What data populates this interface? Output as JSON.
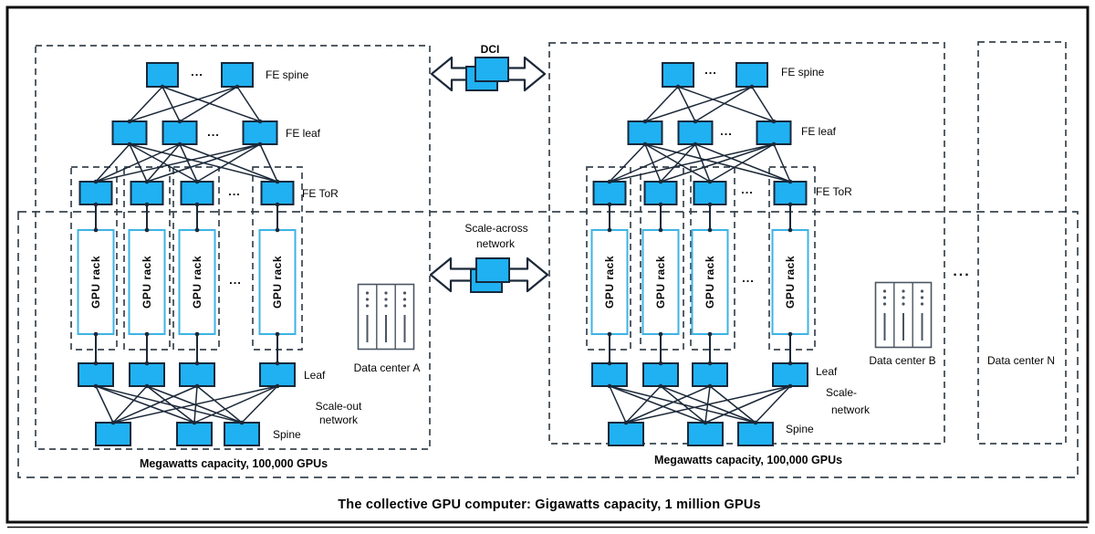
{
  "diagram": {
    "caption": "The collective GPU computer: Gigawatts capacity, 1 million GPUs",
    "dci_label": "DCI",
    "scale_across": {
      "line1": "Scale-across",
      "line2": "network"
    },
    "inter_dc_ellipsis": "...",
    "dc_a": {
      "fe_spine_label": "FE spine",
      "fe_leaf_label": "FE leaf",
      "fe_tor_label": "FE ToR",
      "gpu_rack_label": "GPU rack",
      "leaf_label": "Leaf",
      "spine_label": "Spine",
      "scale_out": {
        "line1": "Scale-out",
        "line2": "network"
      },
      "dc_label": "Data center A",
      "capacity_label": "Megawatts capacity, 100,000 GPUs",
      "ellipsis": "..."
    },
    "dc_b": {
      "fe_spine_label": "FE spine",
      "fe_leaf_label": "FE leaf",
      "fe_tor_label": "FE ToR",
      "gpu_rack_label": "GPU rack",
      "leaf_label": "Leaf",
      "spine_label": "Spine",
      "scale_out": {
        "line1": "Scale-",
        "line2": "network"
      },
      "dc_label": "Data center B",
      "capacity_label": "Megawatts capacity, 100,000 GPUs",
      "ellipsis": "..."
    },
    "dc_n": {
      "dc_label": "Data center N"
    },
    "colors": {
      "node_fill": "#1fb1f2",
      "node_stroke": "#16293c",
      "edge": "#1b2838",
      "dash": "#39444f",
      "rack_stroke": "#3eb3e6"
    }
  }
}
